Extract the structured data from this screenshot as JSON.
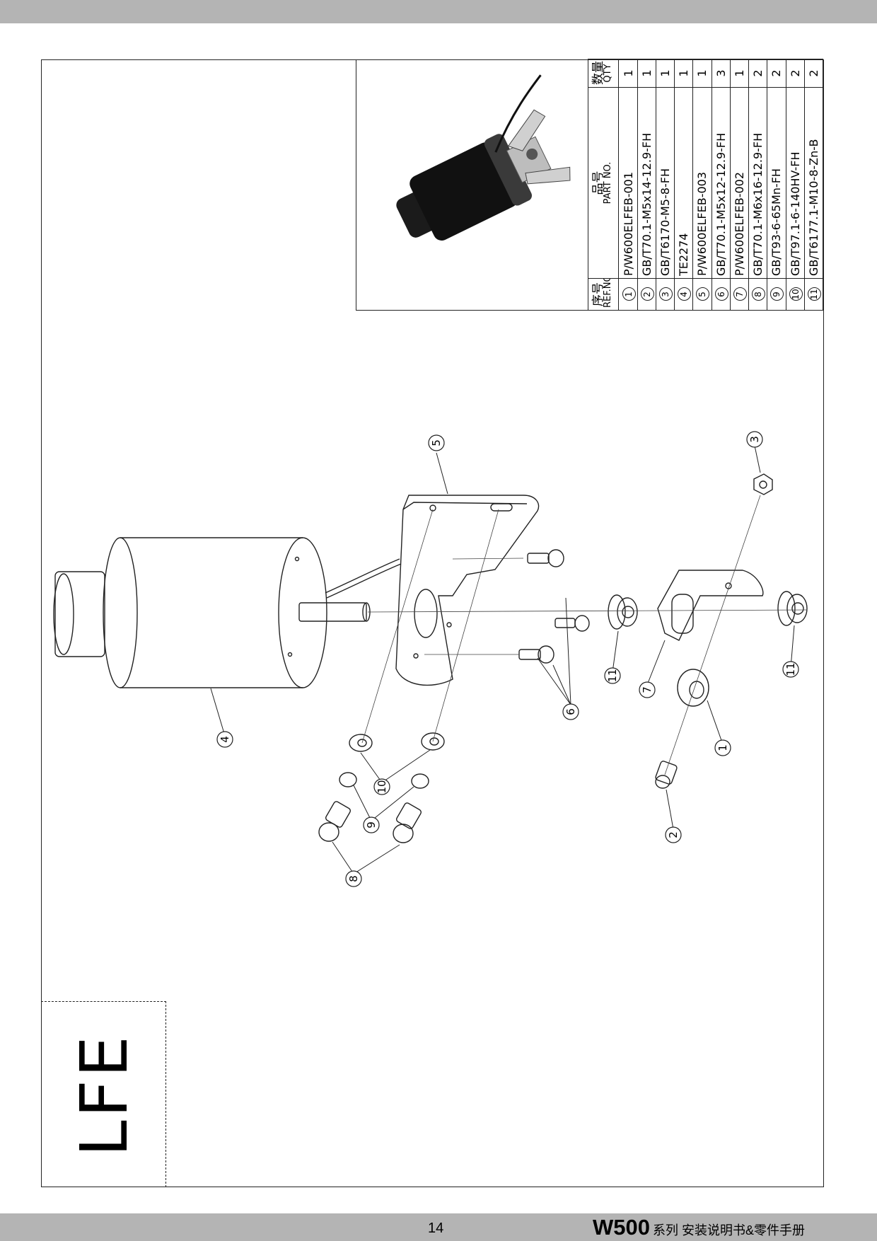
{
  "footer": {
    "page_number": "14",
    "model": "W500",
    "title": "系列 安装说明书&零件手册"
  },
  "stamp": {
    "text": "LFE"
  },
  "bom": {
    "headers": {
      "ref_cn": "序号",
      "ref_en": "REF.NO",
      "part_cn": "品号",
      "part_en": "PART NO.",
      "qty_cn": "数量",
      "qty_en": "QTY"
    },
    "rows": [
      {
        "ref": "1",
        "part": "P/W600ELFEB-001",
        "qty": "1"
      },
      {
        "ref": "2",
        "part": "GB/T70.1-M5x14-12.9-FH",
        "qty": "1"
      },
      {
        "ref": "3",
        "part": "GB/T6170-M5-8-FH",
        "qty": "1"
      },
      {
        "ref": "4",
        "part": "TE2274",
        "qty": "1"
      },
      {
        "ref": "5",
        "part": "P/W600ELFEB-003",
        "qty": "1"
      },
      {
        "ref": "6",
        "part": "GB/T70.1-M5x12-12.9-FH",
        "qty": "3"
      },
      {
        "ref": "7",
        "part": "P/W600ELFEB-002",
        "qty": "1"
      },
      {
        "ref": "8",
        "part": "GB/T70.1-M6x16-12.9-FH",
        "qty": "2"
      },
      {
        "ref": "9",
        "part": "GB/T93-6-65Mn-FH",
        "qty": "2"
      },
      {
        "ref": "10",
        "part": "GB/T97.1-6-140HV-FH",
        "qty": "2"
      },
      {
        "ref": "11",
        "part": "GB/T6177.1-M10-8-Zn-B",
        "qty": "2"
      }
    ]
  },
  "callouts": [
    "5",
    "3",
    "4",
    "6",
    "11",
    "7",
    "11",
    "1",
    "10",
    "9",
    "2",
    "8"
  ]
}
